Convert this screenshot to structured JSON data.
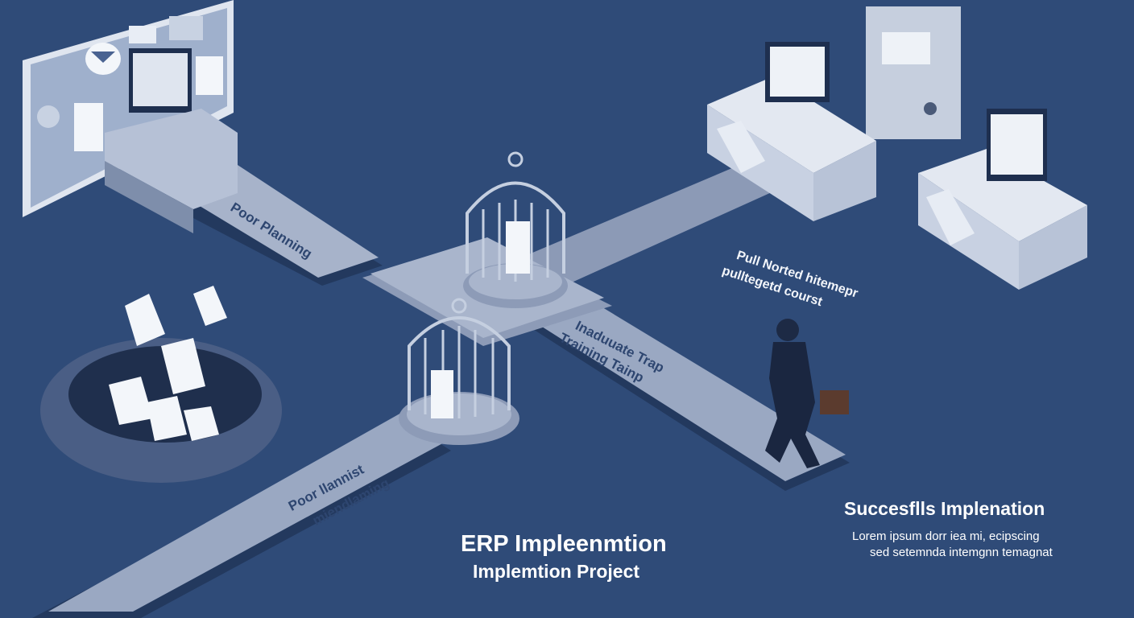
{
  "path_labels": {
    "poor_planning": "Poor Planning",
    "poor_lower_line1": "Poor llannist",
    "poor_lower_line2": "miendlaming",
    "training_line1": "Inaduuate Trap",
    "training_line2": "Training Tainp"
  },
  "floating_label": {
    "line1": "Pull Norted hitemepr",
    "line2": "pulltegetd courst"
  },
  "titles": {
    "main": "ERP Impleenmtion",
    "sub": "Implemtion Project"
  },
  "success": {
    "title": "Succesflls Implenation",
    "line1": "Lorem ipsum dorr iea mi, ecipscing",
    "line2": "sed setemnda intemgnn temagnat"
  },
  "colors": {
    "background": "#2f4b78",
    "path": "#9aa8c2",
    "path_shadow": "#23395e",
    "cage": "#c5cfe0",
    "text": "#ffffff"
  }
}
